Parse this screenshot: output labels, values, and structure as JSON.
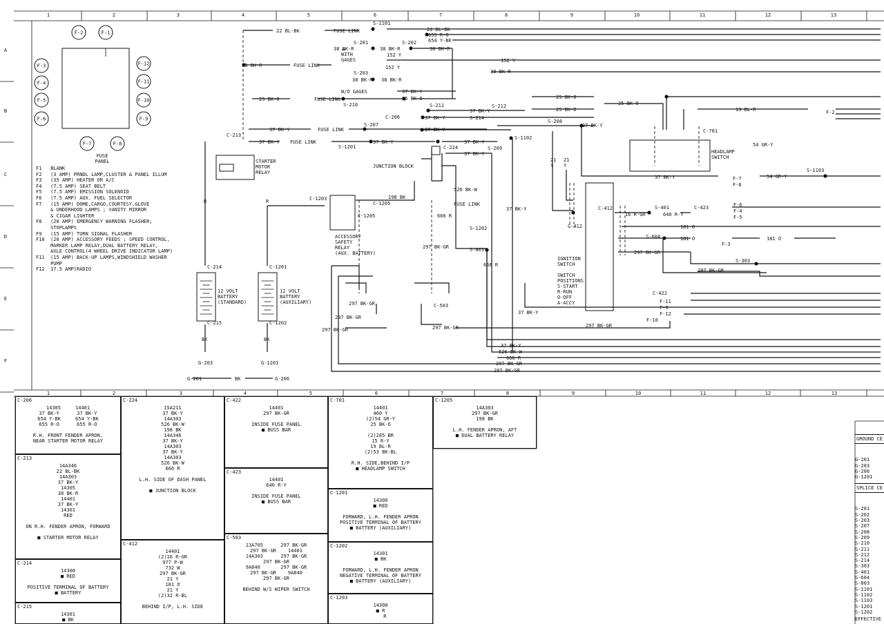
{
  "grid": {
    "top": [
      "1",
      "2",
      "3",
      "4",
      "5",
      "6",
      "7",
      "8",
      "9",
      "10",
      "11",
      "12",
      "13"
    ],
    "mid": [
      "1",
      "2",
      "3",
      "4",
      "5",
      "6",
      "7",
      "8",
      "9",
      "10",
      "11",
      "12",
      "13"
    ],
    "rows": [
      "A",
      "B",
      "C",
      "D",
      "E",
      "F"
    ]
  },
  "fuse_panel": {
    "title": "FUSE\nPANEL",
    "fuses": [
      "F-1",
      "F-2",
      "F-3",
      "F-4",
      "F-5",
      "F-6",
      "F-7",
      "F-8",
      "F-9",
      "F-10",
      "F-11",
      "F-12"
    ]
  },
  "legend": [
    "F1   BLANK",
    "F2   (3 AMP) PRNDL LAMP,CLUSTER & PANEL ILLUM",
    "F3   (35 AMP) HEATER OR A/C",
    "F4   (7.5 AMP) SEAT BELT",
    "F5   (7.5 AMP) EMISSION SOLENOID",
    "F6   (7.5 AMP) AUX. FUEL SELECTOR",
    "F7   (15 AMP) DOME,CARGO,COURTESY,GLOVE",
    "     & UNDERHOOD LAMPS ; VANITY MIRROR",
    "     & CIGAR LIGHTER",
    "F8   (20 AMP) EMERGENCY WARNING FLASHER;",
    "     STOPLAMPS",
    "F9   (15 AMP) TURN SIGNAL FLASHER",
    "F10  (20 AMP) ACCESSORY FEEDS ; SPEED CONTROL,",
    "     MARKER LAMP RELAY,DUAL BATTERY RELAY,",
    "     AXLE CONTROL(4 WHEEL DRIVE INDICATOR LAMP)",
    "F11  (15 AMP) BACK-UP LAMPS,WINDSHIELD WASHER",
    "     PUMP",
    "F12  17.5 AMP)RADIO"
  ],
  "labels": {
    "s1101": "S-1101",
    "s201": "S-201",
    "s202": "S-202",
    "s203": "S-203",
    "s210": "S-210",
    "s211": "S-211",
    "s212": "S-212",
    "s214": "S-214",
    "s207": "S-207",
    "s208": "S-208",
    "s1201": "S-1201",
    "s209": "S-209",
    "s1102": "S-1102",
    "s1103": "S-1103",
    "s401": "S-401",
    "s604": "S-604",
    "s303": "S-303",
    "s1202": "S-1202",
    "s803": "S-803",
    "c213": "C-213",
    "c206": "C-206",
    "c224": "C-224",
    "c701": "C-701",
    "c1203": "C-1203",
    "c1205": "C-1205",
    "c412": "C-412",
    "c423": "C-423",
    "c503": "C-503",
    "c422": "C-422",
    "c214": "C-214",
    "c215": "C-215",
    "c1201": "C-1201",
    "c1202": "C-1202",
    "g203": "G-203",
    "g1201": "G-1201",
    "g201": "G-201",
    "g206": "G-206",
    "w_22blbk": "22 BL-BK",
    "fuselink": "FUSE LINK",
    "w_38bkr": "38 BK-R",
    "w_655rd": "655 R-O",
    "w_654ybk": "654 Y-BK",
    "w_152y": "152 Y",
    "with_gages": "WITH\nGAGES",
    "wo_gages": "W/O GAGES",
    "w_37bky": "37 BK-Y",
    "w_25bko": "25 BK-O",
    "w_19blr": "19 BL-R",
    "w_54gry": "54 GR-Y",
    "w_16rgr": "16 R-GR",
    "w_640ry": "640 R-Y",
    "w_181o": "181 O",
    "w_297bkgr": "297 BK-GR",
    "w_198bk": "198 BK",
    "w_526bkw": "526 BK-W",
    "w_666r": "666 R",
    "w_21y": "21\nY",
    "bk": "BK",
    "r": "R",
    "headlamp": "HEADLAMP\nSWITCH",
    "starter": "STARTER\nMOTOR\nRELAY",
    "junction": "JUNCTION BLOCK",
    "acc_relay": "ACCESSORY\nSAFETY\nRELAY\n(AUX. BATTERY)",
    "ign": "IGNITION\nSWITCH\n\nSWITCH\nPOSITIONS\nS-START\nR-RUN\nO-OFF\nA-ACCY",
    "batt_std": "12 VOLT\nBATTERY\n(STANDARD)",
    "batt_aux": "12 VOLT\nBATTERY\n(AUXILIARY)",
    "f7": "F-7",
    "f8": "F-8",
    "f2": "F-2",
    "f6": "F-6",
    "f4": "F-4",
    "f5": "F-5",
    "f3": "F-3",
    "f11": "F-11",
    "f9": "F-9",
    "f12": "F-12",
    "f10": "F-10"
  },
  "connectors": [
    {
      "id": "C-206",
      "body": "14305     14401\n37 BK-Y      37 BK-Y\n654 Y-BK     654 Y-BK\n655 R-O      655 R-O\n\nR.H. FRONT FENDER APRON,\nNEAR STARTER MOTOR RELAY"
    },
    {
      "id": "C-213",
      "body": "14A346\n22 BL-BK\n14A303\n37 BK-Y\n14305\n38 BK-R\n14401\n37 BK-Y\n14301\nRED\n\nON R.H. FENDER APRON, FORWARD\n\n■ STARTER MOTOR RELAY"
    },
    {
      "id": "C-214",
      "body": "14300\n■ RED\n\nPOSITIVE TERMINAL OF BATTERY\n■ BATTERY"
    },
    {
      "id": "C-215",
      "body": "14301\n■ BK"
    },
    {
      "id": "C-224",
      "body": "15A211\n37 BK-Y\n14A303\n526 BK-W\n198 BK\n14A346\n37 BK-Y\n14A303\n37 BK-Y\n14A303\n526 BK-W\n666 R\n\nL.H. SIDE OF DASH PANEL\n\n■ JUNCTION BLOCK"
    },
    {
      "id": "C-412",
      "body": "14401\n(2)16 R-GR\n977 P-W\n732 W\n297 BK-GR\n21 Y\n181 O\n21 Y\n(2)32 R-BL\n\nBEHIND I/P, L.H. SIDE"
    },
    {
      "id": "C-422",
      "body": "14401\n297 BK-GR\n\nINSIDE FUSE PANEL\n■ BUSS BAR"
    },
    {
      "id": "C-423",
      "body": "14401\n640 R-Y\n\nINSIDE FUSE PANEL\n■ BUSS BAR"
    },
    {
      "id": "C-503",
      "body": "13A705      297 BK-GR\n297 BK-GR    14401\n14A303      297 BK-GR\n297 BK-GR\n9A840       297 BK-GR\n297 BK-GR    9A840\n297 BK-GR\n\nBEHIND W/S WIPER SWITCH"
    },
    {
      "id": "C-701",
      "body": "14401\n460 Y\n(2)54 GR-Y\n25 BK-O\n\n(2)285 BR\n15 R-Y\n19 BL-R\n(2)53 BK-BL\n\nR.H. SIDE,BEHIND I/P\n■ HEADLAMP SWITCH"
    },
    {
      "id": "C-1201",
      "body": "14300\n■ RED\n\nFORWARD, L.H. FENDER APRON\nPOSITIVE TERMINAL OF BATTERY\n■ BATTERY (AUXILIARY)"
    },
    {
      "id": "C-1202",
      "body": "14301\n■ BK\n\nFORWARD, L.H. FENDER APRON\nNEGATIVE TERMINAL OF BATTERY\n■ BATTERY (AUXILIARY)"
    },
    {
      "id": "C-1203",
      "body": "14300\n■ R\n   R"
    },
    {
      "id": "C-1205",
      "body": "14A303\n297 BK-GR\n198 BK\n\nL.H. FENDER APRON, AFT\n■ DUAL BATTERY RELAY"
    }
  ],
  "ground_table": {
    "header": "GROUND CE",
    "items": [
      "G-201",
      "G-203",
      "G-206",
      "G-1201"
    ]
  },
  "splice_table": {
    "header": "SPLICE CE",
    "items": [
      "S-201",
      "S-202",
      "S-203",
      "S-207",
      "S-208",
      "S-209",
      "S-210",
      "S-211",
      "S-212",
      "S-214",
      "S-303",
      "S-401",
      "S-604",
      "S-803",
      "S-1101",
      "S-1102",
      "S-1103",
      "S-1201",
      "S-1202"
    ]
  },
  "footer_label": "EFFECTIVE"
}
